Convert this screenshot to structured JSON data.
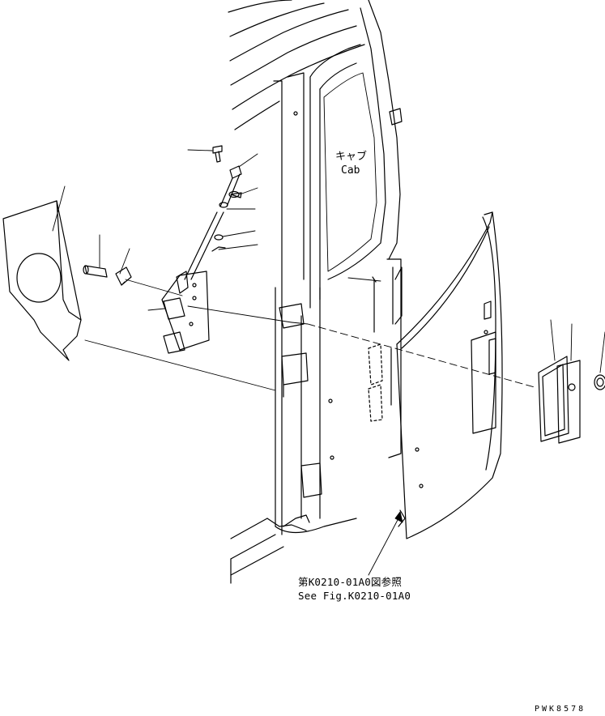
{
  "labels": {
    "cab_jp": "キャブ",
    "cab_en": "Cab",
    "ref_jp": "第K0210-01A0図参照",
    "ref_en": "See Fig.K0210-01A0",
    "drawing_code": "PWK8578"
  }
}
